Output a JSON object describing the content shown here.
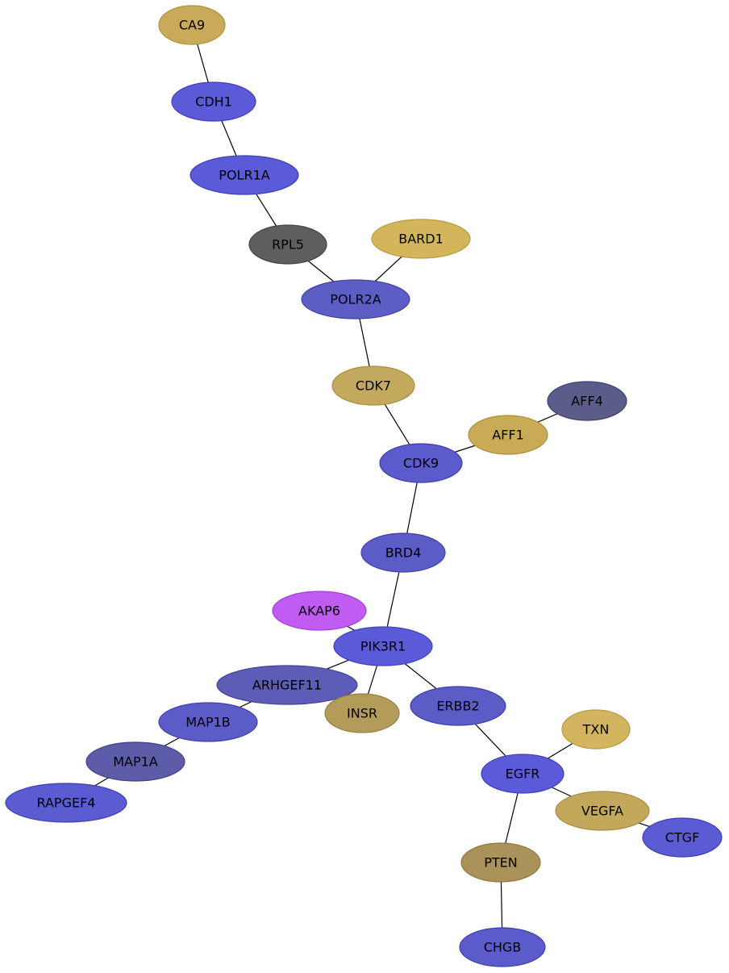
{
  "nodes": [
    {
      "id": "CA9",
      "label": "CA9",
      "fill": "#c8aa5a",
      "stroke": "#b0923c"
    },
    {
      "id": "CDH1",
      "label": "CDH1",
      "fill": "#5b5bd9",
      "stroke": "#3f3fb8"
    },
    {
      "id": "POLR1A",
      "label": "POLR1A",
      "fill": "#5b5bd9",
      "stroke": "#3f3fb8"
    },
    {
      "id": "RPL5",
      "label": "RPL5",
      "fill": "#5e5e5e",
      "stroke": "#444444"
    },
    {
      "id": "BARD1",
      "label": "BARD1",
      "fill": "#d3b55c",
      "stroke": "#b89a3e"
    },
    {
      "id": "POLR2A",
      "label": "POLR2A",
      "fill": "#5d5dc6",
      "stroke": "#4040a8"
    },
    {
      "id": "CDK7",
      "label": "CDK7",
      "fill": "#c3a95e",
      "stroke": "#a88e42"
    },
    {
      "id": "AFF4",
      "label": "AFF4",
      "fill": "#5c5c8a",
      "stroke": "#40406e"
    },
    {
      "id": "AFF1",
      "label": "AFF1",
      "fill": "#c9aa57",
      "stroke": "#ad8f3b"
    },
    {
      "id": "CDK9",
      "label": "CDK9",
      "fill": "#5b5bcc",
      "stroke": "#3f3fae"
    },
    {
      "id": "BRD4",
      "label": "BRD4",
      "fill": "#5c5cc6",
      "stroke": "#4040a8"
    },
    {
      "id": "AKAP6",
      "label": "AKAP6",
      "fill": "#c05cf2",
      "stroke": "#a23fd6"
    },
    {
      "id": "PIK3R1",
      "label": "PIK3R1",
      "fill": "#5b5bd9",
      "stroke": "#3f3fb8"
    },
    {
      "id": "ARHGEF11",
      "label": "ARHGEF11",
      "fill": "#5d5db8",
      "stroke": "#41419a"
    },
    {
      "id": "INSR",
      "label": "INSR",
      "fill": "#b39c5a",
      "stroke": "#98813e"
    },
    {
      "id": "ERBB2",
      "label": "ERBB2",
      "fill": "#5c5cc6",
      "stroke": "#4040a8"
    },
    {
      "id": "MAP1B",
      "label": "MAP1B",
      "fill": "#5c5cc9",
      "stroke": "#4040ab"
    },
    {
      "id": "MAP1A",
      "label": "MAP1A",
      "fill": "#5c5ca8",
      "stroke": "#40408c"
    },
    {
      "id": "RAPGEF4",
      "label": "RAPGEF4",
      "fill": "#5b5bd2",
      "stroke": "#3f3fb3"
    },
    {
      "id": "TXN",
      "label": "TXN",
      "fill": "#d3b560",
      "stroke": "#b89a42"
    },
    {
      "id": "EGFR",
      "label": "EGFR",
      "fill": "#5b5bd9",
      "stroke": "#3f3fb8"
    },
    {
      "id": "VEGFA",
      "label": "VEGFA",
      "fill": "#c3a85c",
      "stroke": "#a88d40"
    },
    {
      "id": "CTGF",
      "label": "CTGF",
      "fill": "#5b5bd4",
      "stroke": "#3f3fb5"
    },
    {
      "id": "PTEN",
      "label": "PTEN",
      "fill": "#a9935a",
      "stroke": "#8e783e"
    },
    {
      "id": "CHGB",
      "label": "CHGB",
      "fill": "#5b5bcc",
      "stroke": "#3f3fae"
    }
  ],
  "edges": [
    [
      "CA9",
      "CDH1"
    ],
    [
      "CDH1",
      "POLR1A"
    ],
    [
      "POLR1A",
      "RPL5"
    ],
    [
      "RPL5",
      "POLR2A"
    ],
    [
      "BARD1",
      "POLR2A"
    ],
    [
      "POLR2A",
      "CDK7"
    ],
    [
      "CDK7",
      "CDK9"
    ],
    [
      "AFF4",
      "AFF1"
    ],
    [
      "AFF1",
      "CDK9"
    ],
    [
      "CDK9",
      "BRD4"
    ],
    [
      "BRD4",
      "PIK3R1"
    ],
    [
      "AKAP6",
      "PIK3R1"
    ],
    [
      "PIK3R1",
      "ARHGEF11"
    ],
    [
      "PIK3R1",
      "INSR"
    ],
    [
      "PIK3R1",
      "ERBB2"
    ],
    [
      "ARHGEF11",
      "MAP1B"
    ],
    [
      "MAP1B",
      "MAP1A"
    ],
    [
      "MAP1A",
      "RAPGEF4"
    ],
    [
      "ERBB2",
      "EGFR"
    ],
    [
      "TXN",
      "EGFR"
    ],
    [
      "EGFR",
      "VEGFA"
    ],
    [
      "VEGFA",
      "CTGF"
    ],
    [
      "EGFR",
      "PTEN"
    ],
    [
      "PTEN",
      "CHGB"
    ]
  ]
}
